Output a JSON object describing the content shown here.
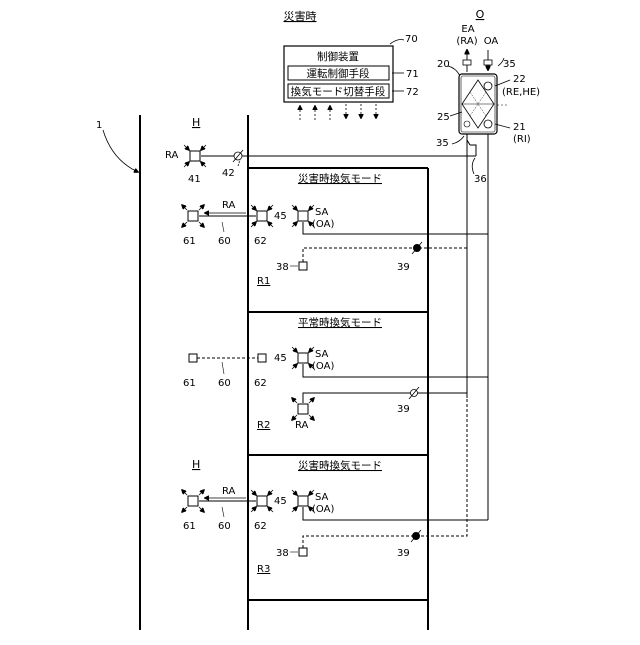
{
  "title": "災害時",
  "controller": {
    "ref": "70",
    "name": "制御装置",
    "unit1": "運転制御手段",
    "unit1_ref": "71",
    "unit2": "換気モード切替手段",
    "unit2_ref": "72"
  },
  "outdoor": {
    "label": "O",
    "ea": "EA",
    "ea_sub": "(RA)",
    "oa": "OA",
    "ref_unit": "20",
    "ref_duct": "35",
    "ref_22": "22",
    "ref_22_sub": "(RE,HE)",
    "ref_25": "25",
    "ref_21": "21",
    "ref_21_sub": "(RI)",
    "ref_35b": "35",
    "ref_36": "36"
  },
  "building_ref": "1",
  "top": {
    "h_label": "H",
    "ra": "RA",
    "ref_41": "41",
    "ref_42": "42"
  },
  "rooms": [
    {
      "mode": "災害時換気モード",
      "h_label": "",
      "ra": "RA",
      "ref_61": "61",
      "ref_60": "60",
      "ref_62": "62",
      "ref_45": "45",
      "sa": "SA",
      "sa_sub": "(OA)",
      "ref_38": "38",
      "ref_39": "39",
      "room": "R1"
    },
    {
      "mode": "平常時換気モード",
      "ref_61": "61",
      "ref_60": "60",
      "ref_62": "62",
      "ref_45": "45",
      "sa": "SA",
      "sa_sub": "(OA)",
      "ref_39": "39",
      "ra2": "RA",
      "room": "R2"
    },
    {
      "mode": "災害時換気モード",
      "h_label": "H",
      "ra": "RA",
      "ref_61": "61",
      "ref_60": "60",
      "ref_62": "62",
      "ref_45": "45",
      "sa": "SA",
      "sa_sub": "(OA)",
      "ref_38": "38",
      "ref_39": "39",
      "room": "R3"
    }
  ]
}
